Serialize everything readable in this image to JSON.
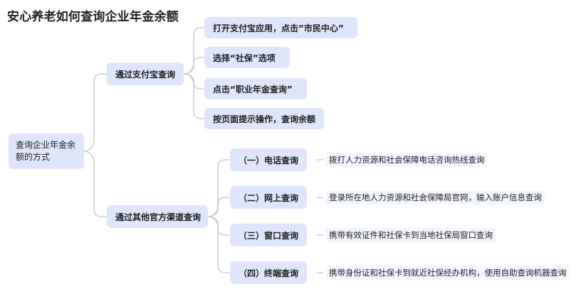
{
  "title": "安心养老如何查询企业年金余额",
  "root": "查询企业年金余额的方式",
  "branches": [
    {
      "label": "通过支付宝查询",
      "steps": [
        "打开支付宝应用，点击“市民中心”",
        "选择“社保”选项",
        "点击“职业年金查询”",
        "按页面提示操作，查询余额"
      ]
    },
    {
      "label": "通过其他官方渠道查询",
      "channels": [
        {
          "label": "（一）电话查询",
          "detail": "拨打人力资源和社会保障电话咨询热线查询"
        },
        {
          "label": "（二）网上查询",
          "detail": "登录所在地人力资源和社会保障局官网，输入账户信息查询"
        },
        {
          "label": "（三）窗口查询",
          "detail": "携带有效证件和社保卡到当地社保局窗口查询"
        },
        {
          "label": "（四）终端查询",
          "detail": "携带身份证和社保卡到就近社保经办机构，使用自助查询机器查询"
        }
      ]
    }
  ],
  "colors": {
    "node": "#dfe6fb",
    "leaf": "#f2f5fd",
    "connector": "#c7c7c7"
  }
}
